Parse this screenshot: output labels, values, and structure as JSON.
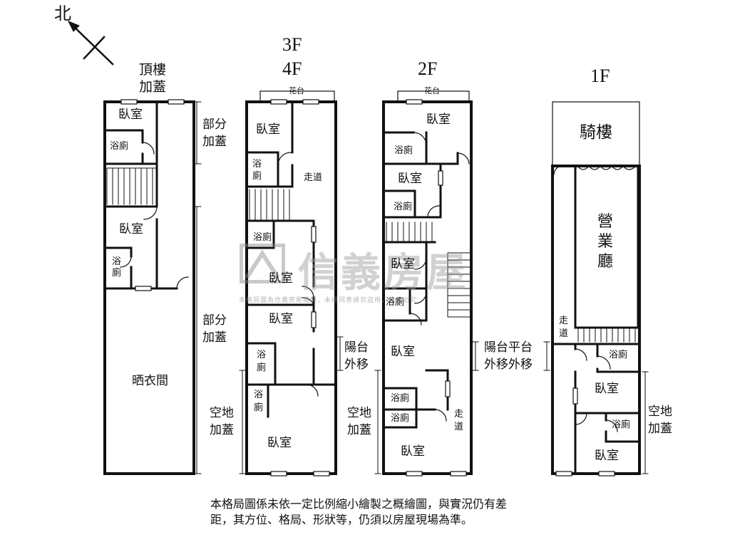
{
  "compass": {
    "label": "北"
  },
  "roof": {
    "title": "頂樓\n加蓋",
    "rooms": {
      "bedroom1": "臥室",
      "bath1": "浴廁",
      "bedroom2": "臥室",
      "bath2": "浴\n廁",
      "laundry": "晒衣間"
    },
    "note_partial1": "部分\n加蓋",
    "note_partial2": "部分\n加蓋"
  },
  "f34": {
    "title_a": "3F",
    "title_b": "4F",
    "planter": "花台",
    "rooms": {
      "bedroom1": "臥室",
      "bath1": "浴\n廁",
      "corridor": "走道",
      "bath2": "浴廁",
      "bedroom2": "臥室",
      "bedroom3": "臥室",
      "bath3": "浴\n廁",
      "bath4": "浴\n廁",
      "bedroom4": "臥室"
    },
    "note_balcony": "陽台\n外移",
    "note_vacant": "空地\n加蓋"
  },
  "f2": {
    "title": "2F",
    "planter": "花台",
    "rooms": {
      "bedroom1": "臥室",
      "bath1": "浴廁",
      "bedroom2": "臥室",
      "bath2": "浴廁",
      "bedroom3": "臥室",
      "bath3": "浴廁",
      "bedroom4": "臥室",
      "bath4": "浴廁",
      "bath5": "浴廁",
      "bedroom5": "臥室",
      "corridor": "走\n道"
    },
    "note_balcony": "陽台平台\n外移外移",
    "note_vacant": "空地\n加蓋"
  },
  "f1": {
    "title": "1F",
    "arcade": "騎樓",
    "hall": "營\n業\n廳",
    "corridor": "走\n道",
    "rooms": {
      "bath1": "浴廁",
      "bedroom1": "臥室",
      "bath2": "浴廁",
      "bedroom2": "臥室"
    },
    "note_vacant": "空地\n加蓋"
  },
  "watermark": {
    "brand": "信義房屋",
    "sub": "本格局圖為信義房屋繪製，未經同意請勿盜用，違者必究"
  },
  "disclaimer": "本格局圖係未依一定比例縮小繪製之概繪圖，與實況仍有差距，其方位、格局、形狀等，仍須以房屋現場為準。"
}
